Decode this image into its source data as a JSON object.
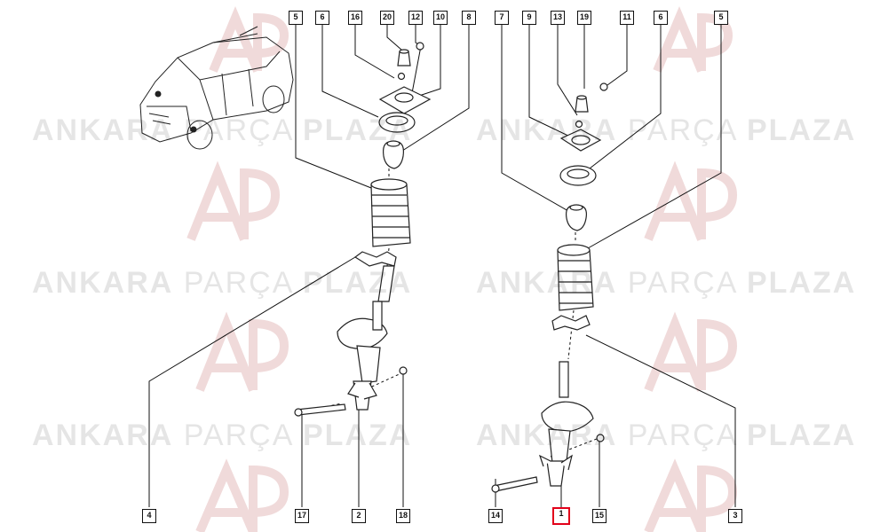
{
  "watermark": {
    "word1": "ANKARA",
    "word2": "PARÇA",
    "word3": "PLAZA"
  },
  "callouts": {
    "top_left": [
      "5",
      "6",
      "16",
      "20",
      "12",
      "10",
      "8"
    ],
    "top_right": [
      "7",
      "9",
      "13",
      "19",
      "11",
      "6",
      "5"
    ],
    "bottom": [
      "4",
      "17",
      "2",
      "18",
      "14",
      "1",
      "15",
      "3"
    ],
    "highlighted": "1"
  },
  "colors": {
    "line": "#111111",
    "highlight": "#e2001a",
    "watermark": "#e0e0e0"
  }
}
